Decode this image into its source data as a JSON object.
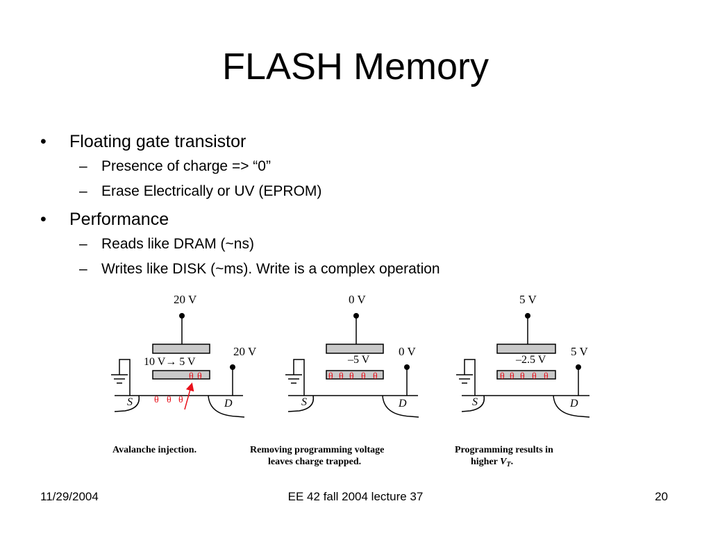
{
  "slide": {
    "title": "FLASH Memory"
  },
  "bullets": {
    "b1": {
      "mark": "•",
      "text": "Floating gate transistor",
      "subs": [
        {
          "mark": "–",
          "text": "Presence of charge => “0”"
        },
        {
          "mark": "–",
          "text": "Erase Electrically or UV (EPROM)"
        }
      ]
    },
    "b2": {
      "mark": "•",
      "text": "Performance",
      "subs": [
        {
          "mark": "–",
          "text": "Reads like DRAM (~ns)"
        },
        {
          "mark": "–",
          "text": "Writes like DISK (~ms).  Write is a complex operation"
        }
      ]
    }
  },
  "figure": {
    "panels": [
      {
        "gate_voltage": "20 V",
        "drain_voltage": "20 V",
        "floating_label": "10 V→ 5 V",
        "source": "S",
        "drain": "D",
        "caption": [
          "Avalanche injection."
        ]
      },
      {
        "gate_voltage": "0 V",
        "drain_voltage": "0 V",
        "floating_label": "–5 V",
        "source": "S",
        "drain": "D",
        "caption": [
          "Removing programming voltage",
          "leaves charge trapped."
        ]
      },
      {
        "gate_voltage": "5 V",
        "drain_voltage": "5 V",
        "floating_label": "–2.5 V",
        "source": "S",
        "drain": "D",
        "caption_line1": "Programming results in",
        "caption_line2_prefix": "higher ",
        "caption_line2_var": "V",
        "caption_line2_sub": "T",
        "caption_line2_suffix": "."
      }
    ],
    "electron_symbol": "θ",
    "electron_color": "#e8101a"
  },
  "footer": {
    "date": "11/29/2004",
    "course": "EE 42 fall 2004 lecture 37",
    "page": "20"
  }
}
